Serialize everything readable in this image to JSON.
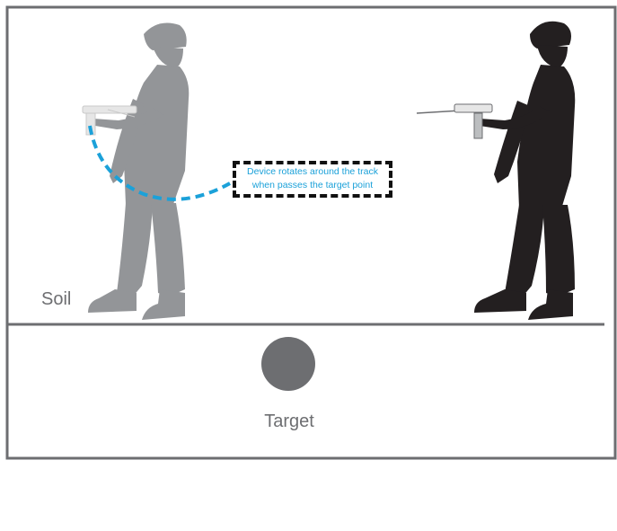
{
  "labels": {
    "soil": "Soil",
    "target": "Target"
  },
  "annotation": {
    "line1": "Device rotates around the track",
    "line2": "when passes the target point"
  },
  "colors": {
    "frame": "#6d6e71",
    "ghost_person": "#939598",
    "person": "#231f20",
    "target": "#6d6e71",
    "arc": "#1ba1d9",
    "annotation_border": "#111111",
    "label_text": "#6d6e71"
  }
}
